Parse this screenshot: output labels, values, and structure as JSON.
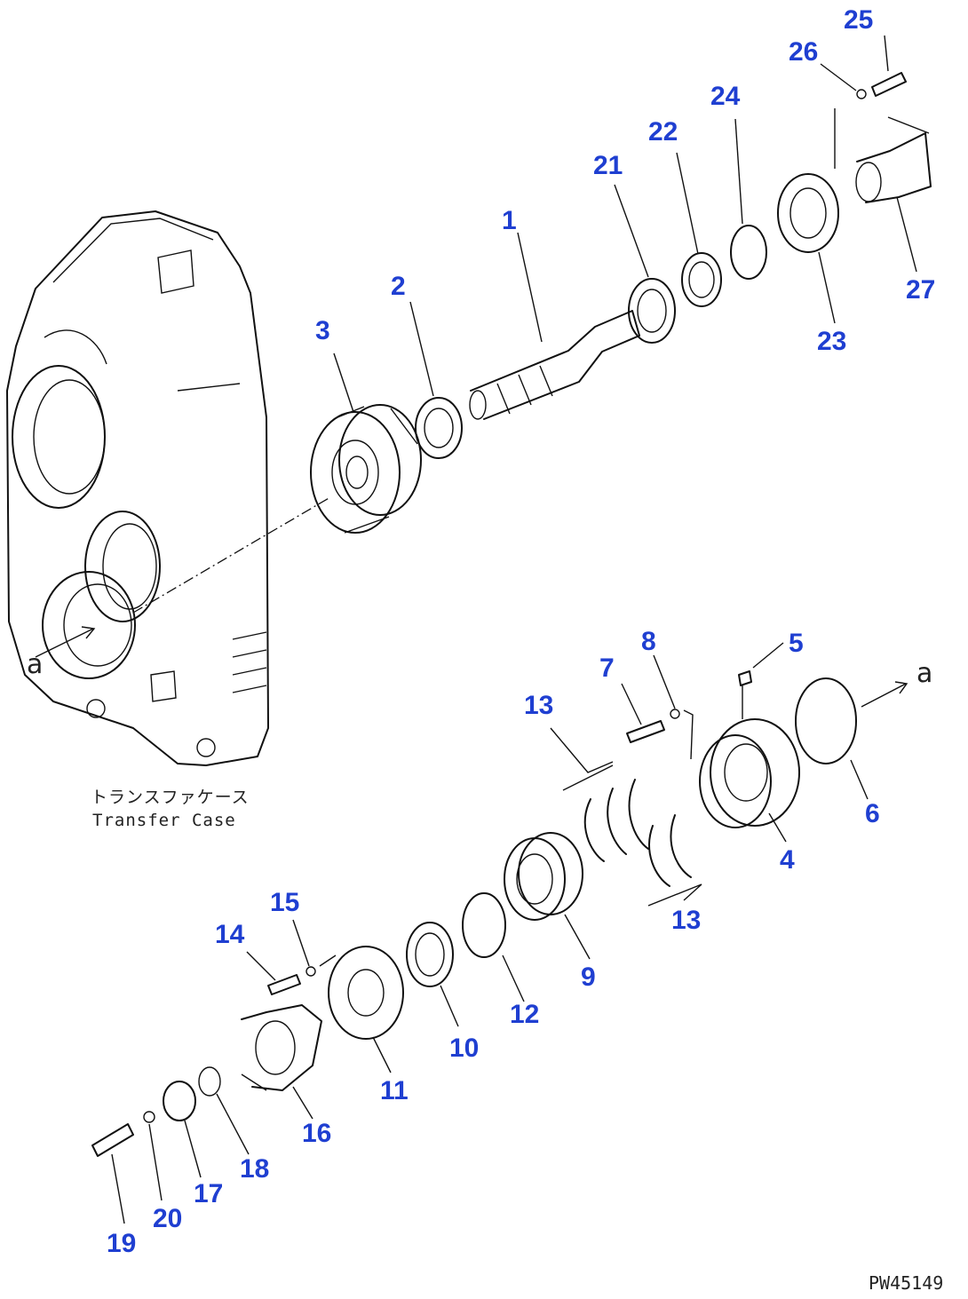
{
  "caption_jp": "トランスファケース",
  "caption_en": "Transfer Case",
  "figure_code": "PW45149",
  "ref_mark": "a",
  "callout_color": "#1f3fd1",
  "callouts": [
    "1",
    "2",
    "3",
    "4",
    "5",
    "6",
    "7",
    "8",
    "9",
    "10",
    "11",
    "12",
    "13",
    "13",
    "14",
    "15",
    "16",
    "17",
    "18",
    "19",
    "20",
    "21",
    "22",
    "23",
    "24",
    "25",
    "26",
    "27"
  ]
}
